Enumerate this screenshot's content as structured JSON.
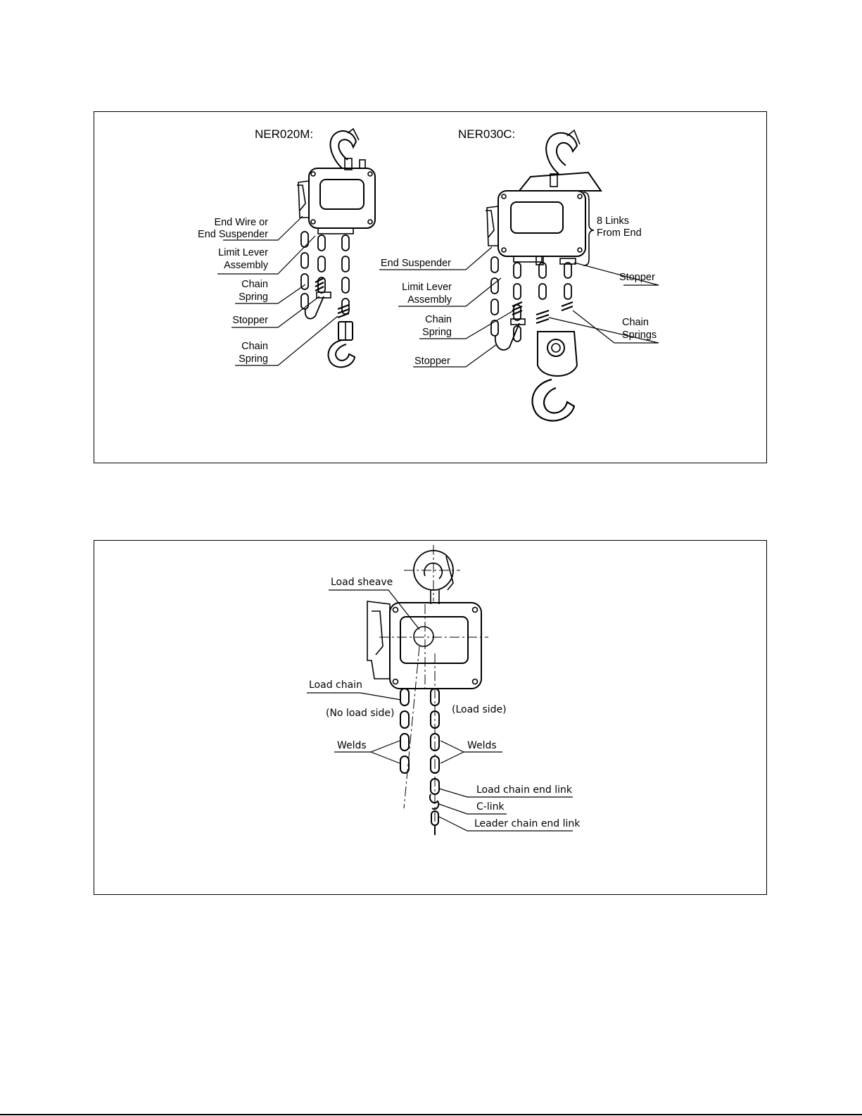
{
  "figure1": {
    "model_left": "NER020M:",
    "model_right": "NER030C:",
    "left_labels": {
      "end_wire_1": "End Wire or",
      "end_wire_2": "End Suspender",
      "limit_lever_1": "Limit Lever",
      "limit_lever_2": "Assembly",
      "chain_spring_a1": "Chain",
      "chain_spring_a2": "Spring",
      "stopper": "Stopper",
      "chain_spring_b1": "Chain",
      "chain_spring_b2": "Spring"
    },
    "right_labels": {
      "end_suspender": "End Suspender",
      "limit_lever_1": "Limit Lever",
      "limit_lever_2": "Assembly",
      "chain_spring_1": "Chain",
      "chain_spring_2": "Spring",
      "stopper_low": "Stopper",
      "links_1": "8 Links",
      "links_2": "From End",
      "stopper_high": "Stopper",
      "chain_springs_1": "Chain",
      "chain_springs_2": "Springs"
    }
  },
  "figure2": {
    "load_sheave": "Load sheave",
    "load_chain": "Load chain",
    "no_load_side": "(No load side)",
    "load_side": "(Load side)",
    "welds_left": "Welds",
    "welds_right": "Welds",
    "load_chain_end_link": "Load chain end link",
    "c_link": "C-link",
    "leader_chain_end_link": "Leader chain end link"
  }
}
